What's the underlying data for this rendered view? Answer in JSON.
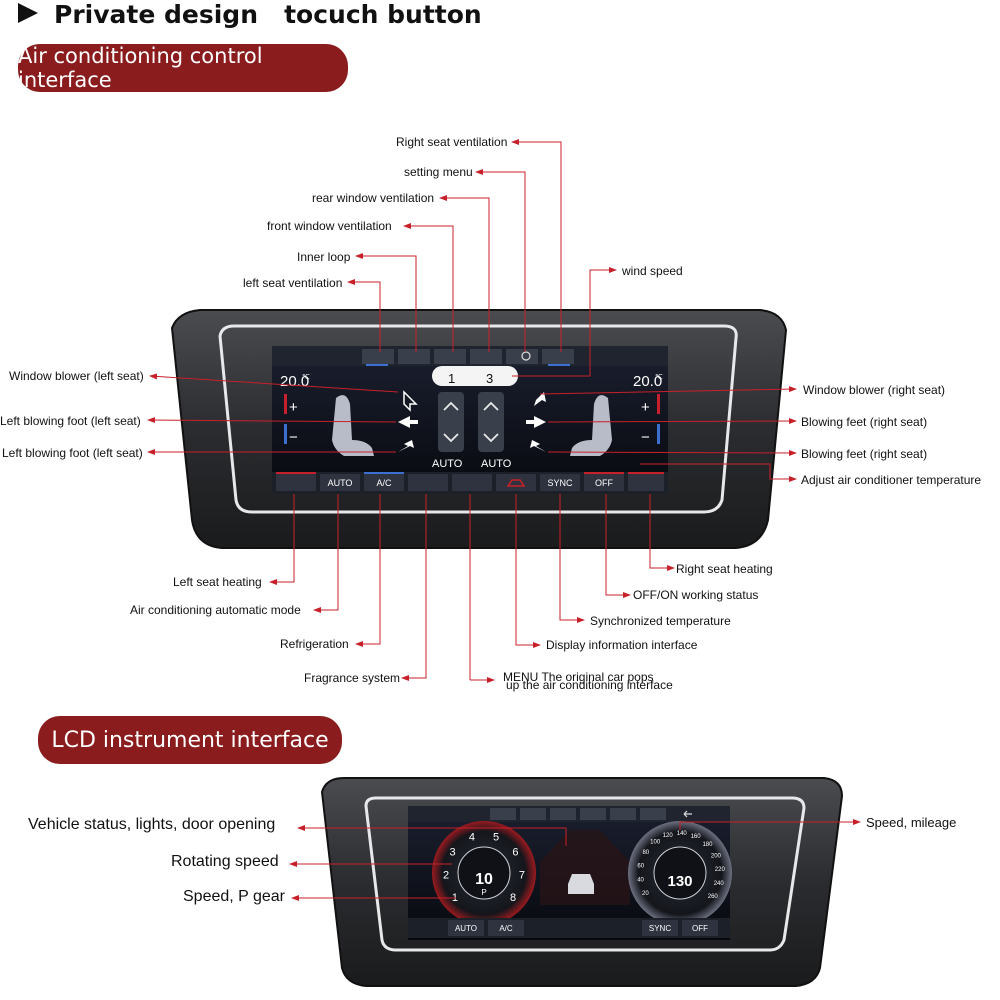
{
  "header": {
    "title": "Private design   tocuch button"
  },
  "sections": {
    "ac": "Air conditioning control interface",
    "lcd": "LCD instrument interface"
  },
  "colors": {
    "accent": "#8a1c1e",
    "callout": "#c8202a",
    "screen_bg": "#0b0d14"
  },
  "ac_labels": {
    "right_seat_ventilation": "Right seat ventilation",
    "setting_menu": "setting menu",
    "rear_window_ventilation": "rear window ventilation",
    "front_window_ventilation": "front window ventilation",
    "inner_loop": "Inner loop",
    "left_seat_ventilation": "left seat ventilation",
    "wind_speed": "wind speed",
    "window_blower_left": "Window blower (left seat)",
    "left_blowing_foot_1": "Left blowing foot (left seat)",
    "left_blowing_foot_2": "Left blowing foot (left seat)",
    "window_blower_right": "Window blower (right seat)",
    "blowing_feet_right_1": "Blowing feet (right seat)",
    "blowing_feet_right_2": "Blowing feet (right seat)",
    "adjust_temperature": "Adjust air conditioner temperature",
    "left_seat_heating": "Left seat heating",
    "ac_auto_mode": "Air conditioning automatic mode",
    "refrigeration": "Refrigeration",
    "fragrance_system": "Fragrance system",
    "menu_line1": "MENU The original car pops",
    "menu_line2": "up the air conditioning interface",
    "right_seat_heating": "Right seat heating",
    "off_on_status": "OFF/ON working status",
    "synchronized_temperature": "Synchronized temperature",
    "display_information": "Display information interface"
  },
  "ac_screen": {
    "left_temp": "20.0",
    "right_temp": "20.0",
    "temp_unit": "℃",
    "fan_left": "1",
    "fan_right": "3",
    "auto_left": "AUTO",
    "auto_right": "AUTO",
    "plus": "+",
    "minus": "−",
    "bottom_buttons": [
      "AUTO",
      "A/C",
      "SYNC",
      "OFF"
    ]
  },
  "lcd_labels": {
    "vehicle_status": "Vehicle status, lights, door opening",
    "rotating_speed": "Rotating speed",
    "speed_p_gear": "Speed, P gear",
    "speed_mileage": "Speed, mileage"
  },
  "lcd_screen": {
    "tach_value": "10",
    "gear": "P",
    "speed_value": "130",
    "tach_ticks": [
      "1",
      "2",
      "3",
      "4",
      "5",
      "6",
      "7",
      "8"
    ],
    "speed_ticks": [
      "20",
      "40",
      "60",
      "80",
      "100",
      "120",
      "140",
      "160",
      "180",
      "200",
      "220",
      "240",
      "260"
    ],
    "bottom_buttons": [
      "AUTO",
      "A/C",
      "SYNC",
      "OFF"
    ]
  }
}
